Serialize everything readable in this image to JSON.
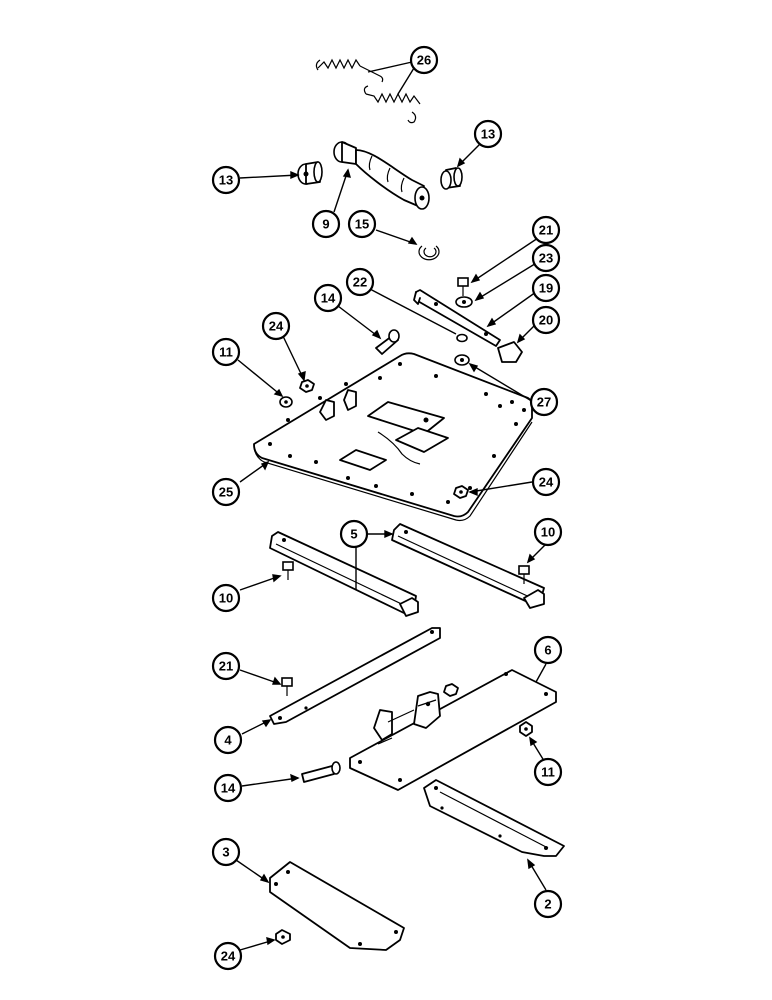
{
  "callouts": [
    {
      "id": "c26",
      "label": "26"
    },
    {
      "id": "c13a",
      "label": "13"
    },
    {
      "id": "c13b",
      "label": "13"
    },
    {
      "id": "c9",
      "label": "9"
    },
    {
      "id": "c15",
      "label": "15"
    },
    {
      "id": "c21a",
      "label": "21"
    },
    {
      "id": "c23",
      "label": "23"
    },
    {
      "id": "c22",
      "label": "22"
    },
    {
      "id": "c19",
      "label": "19"
    },
    {
      "id": "c14a",
      "label": "14"
    },
    {
      "id": "c20",
      "label": "20"
    },
    {
      "id": "c24a",
      "label": "24"
    },
    {
      "id": "c11a",
      "label": "11"
    },
    {
      "id": "c27",
      "label": "27"
    },
    {
      "id": "c25",
      "label": "25"
    },
    {
      "id": "c24b",
      "label": "24"
    },
    {
      "id": "c5",
      "label": "5"
    },
    {
      "id": "c10a",
      "label": "10"
    },
    {
      "id": "c10b",
      "label": "10"
    },
    {
      "id": "c6",
      "label": "6"
    },
    {
      "id": "c21b",
      "label": "21"
    },
    {
      "id": "c4",
      "label": "4"
    },
    {
      "id": "c11b",
      "label": "11"
    },
    {
      "id": "c14b",
      "label": "14"
    },
    {
      "id": "c3",
      "label": "3"
    },
    {
      "id": "c2",
      "label": "2"
    },
    {
      "id": "c24c",
      "label": "24"
    }
  ]
}
